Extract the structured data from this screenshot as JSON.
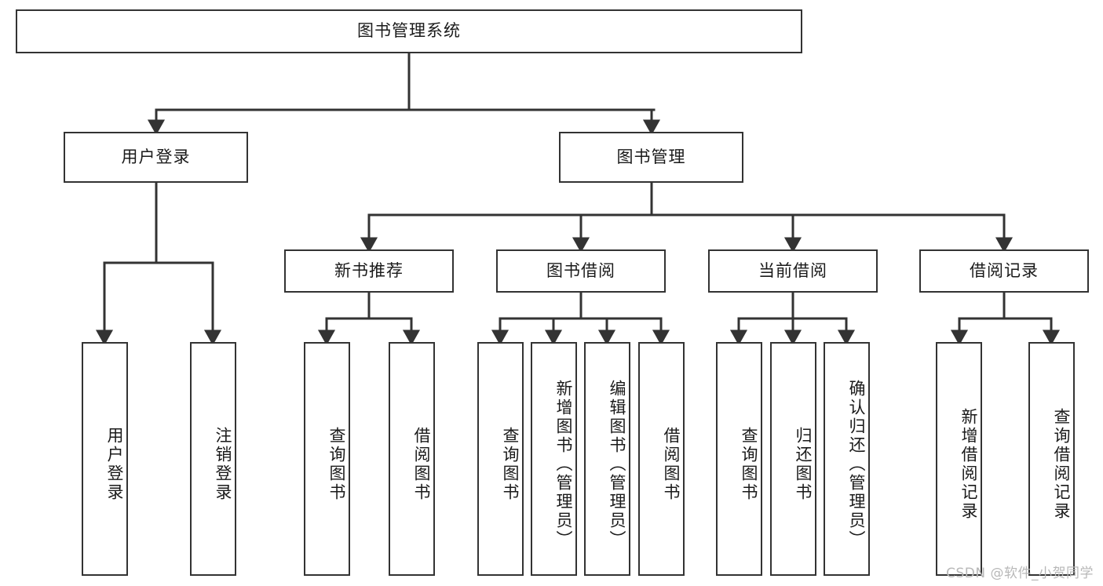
{
  "diagram": {
    "type": "tree",
    "title": "图书管理系统",
    "watermark": "CSDN @软件_小贺同学",
    "colors": {
      "box_border": "#333333",
      "box_fill": "#ffffff",
      "connector": "#333333",
      "text": "#1a1a1a",
      "watermark": "#b8b8b8"
    },
    "nodes": {
      "root": {
        "label": "图书管理系统",
        "level": 1,
        "orientation": "horizontal"
      },
      "user_login": {
        "label": "用户登录",
        "level": 2,
        "orientation": "horizontal"
      },
      "book_manage": {
        "label": "图书管理",
        "level": 2,
        "orientation": "horizontal"
      },
      "new_book_rec": {
        "label": "新书推荐",
        "level": 3,
        "orientation": "horizontal"
      },
      "book_borrow": {
        "label": "图书借阅",
        "level": 3,
        "orientation": "horizontal"
      },
      "current_borrow": {
        "label": "当前借阅",
        "level": 3,
        "orientation": "horizontal"
      },
      "borrow_record": {
        "label": "借阅记录",
        "level": 3,
        "orientation": "horizontal"
      },
      "leaf_user_login": {
        "label": "用户登录",
        "level": 4,
        "orientation": "vertical"
      },
      "leaf_logout": {
        "label": "注销登录",
        "level": 4,
        "orientation": "vertical"
      },
      "leaf_query_book_1": {
        "label": "查询图书",
        "level": 4,
        "orientation": "vertical"
      },
      "leaf_borrow_book_1": {
        "label": "借阅图书",
        "level": 4,
        "orientation": "vertical"
      },
      "leaf_query_book_2": {
        "label": "查询图书",
        "level": 4,
        "orientation": "vertical"
      },
      "leaf_add_book": {
        "label": "新增图书（管理员）",
        "level": 4,
        "orientation": "vertical"
      },
      "leaf_edit_book": {
        "label": "编辑图书（管理员）",
        "level": 4,
        "orientation": "vertical"
      },
      "leaf_borrow_book_2": {
        "label": "借阅图书",
        "level": 4,
        "orientation": "vertical"
      },
      "leaf_query_book_3": {
        "label": "查询图书",
        "level": 4,
        "orientation": "vertical"
      },
      "leaf_return_book": {
        "label": "归还图书",
        "level": 4,
        "orientation": "vertical"
      },
      "leaf_confirm_return": {
        "label": "确认归还（管理员）",
        "level": 4,
        "orientation": "vertical"
      },
      "leaf_add_record": {
        "label": "新增借阅记录",
        "level": 4,
        "orientation": "vertical"
      },
      "leaf_query_record": {
        "label": "查询借阅记录",
        "level": 4,
        "orientation": "vertical"
      }
    },
    "edges": [
      {
        "from": "root",
        "to": "user_login"
      },
      {
        "from": "root",
        "to": "book_manage"
      },
      {
        "from": "user_login",
        "to": "leaf_user_login"
      },
      {
        "from": "user_login",
        "to": "leaf_logout"
      },
      {
        "from": "book_manage",
        "to": "new_book_rec"
      },
      {
        "from": "book_manage",
        "to": "book_borrow"
      },
      {
        "from": "book_manage",
        "to": "current_borrow"
      },
      {
        "from": "book_manage",
        "to": "borrow_record"
      },
      {
        "from": "new_book_rec",
        "to": "leaf_query_book_1"
      },
      {
        "from": "new_book_rec",
        "to": "leaf_borrow_book_1"
      },
      {
        "from": "book_borrow",
        "to": "leaf_query_book_2"
      },
      {
        "from": "book_borrow",
        "to": "leaf_add_book"
      },
      {
        "from": "book_borrow",
        "to": "leaf_edit_book"
      },
      {
        "from": "book_borrow",
        "to": "leaf_borrow_book_2"
      },
      {
        "from": "current_borrow",
        "to": "leaf_query_book_3"
      },
      {
        "from": "current_borrow",
        "to": "leaf_return_book"
      },
      {
        "from": "current_borrow",
        "to": "leaf_confirm_return"
      },
      {
        "from": "borrow_record",
        "to": "leaf_add_record"
      },
      {
        "from": "borrow_record",
        "to": "leaf_query_record"
      }
    ]
  }
}
